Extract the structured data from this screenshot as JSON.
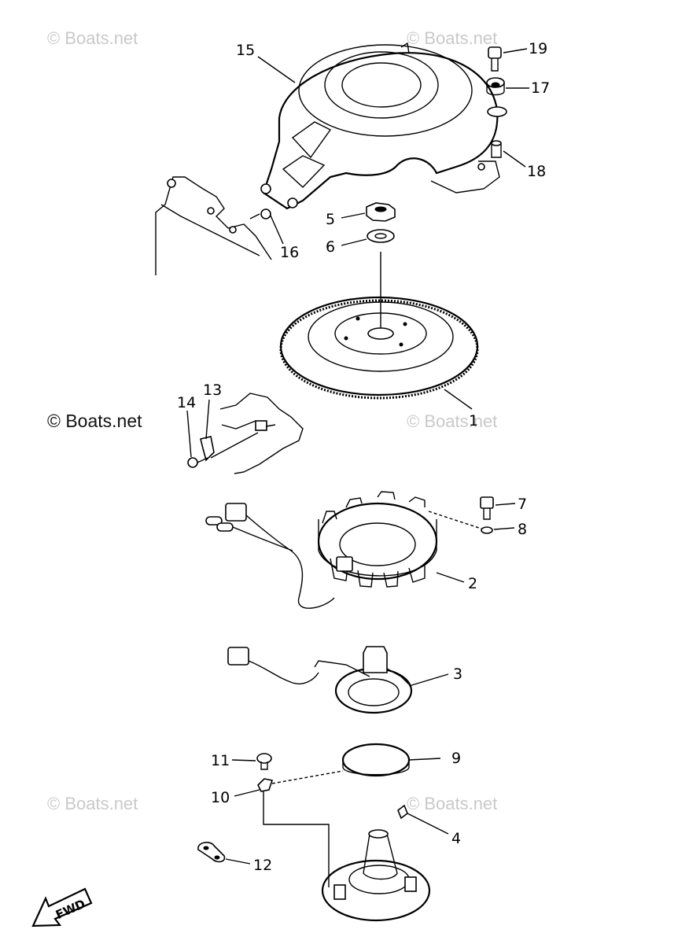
{
  "watermarks": [
    {
      "text": "© Boats.net",
      "dark": false
    },
    {
      "text": "© Boats.net",
      "dark": false
    },
    {
      "text": "© Boats.net",
      "dark": true
    },
    {
      "text": "© Boats.net",
      "dark": false
    },
    {
      "text": "© Boats.net",
      "dark": false
    },
    {
      "text": "© Boats.net",
      "dark": false
    }
  ],
  "callouts": [
    "15",
    "19",
    "17",
    "18",
    "5",
    "6",
    "16",
    "13",
    "14",
    "1",
    "7",
    "8",
    "2",
    "3",
    "9",
    "11",
    "10",
    "4",
    "12"
  ],
  "fwd_label": "FWD"
}
